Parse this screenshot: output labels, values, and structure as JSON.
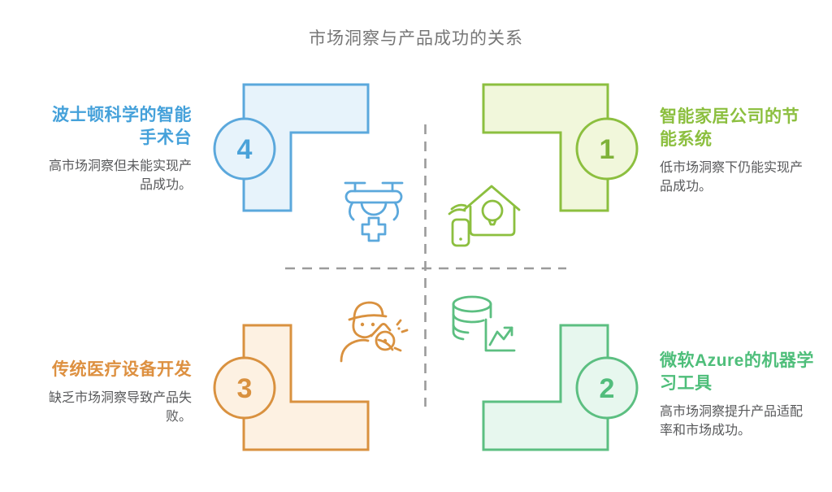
{
  "page_title": "市场洞察与产品成功的关系",
  "title_color": "#767676",
  "description_color": "#58595b",
  "divider_color": "#9b9b9b",
  "quadrants": [
    {
      "position": "top-left",
      "number": "4",
      "title": "波士顿科学的智能\n手术台",
      "description": "高市场洞察但未能实现产\n品成功。",
      "icon": "medical-drone-icon",
      "color": {
        "stroke": "#5ba8dc",
        "fill": "#e7f3fb",
        "number": "#4aa2d9",
        "title": "#45a1da"
      }
    },
    {
      "position": "top-right",
      "number": "1",
      "title": "智能家居公司的节\n能系统",
      "description": "低市场洞察下仍能实现产\n品成功。",
      "icon": "smart-home-icon",
      "color": {
        "stroke": "#8cbf3f",
        "fill": "#f1f7db",
        "number": "#7fb239",
        "title": "#8cbf3f"
      }
    },
    {
      "position": "bottom-left",
      "number": "3",
      "title": "传统医疗设备开发",
      "description": "缺乏市场洞察导致产品失\n败。",
      "icon": "whistle-person-icon",
      "color": {
        "stroke": "#d9913f",
        "fill": "#fdf1e2",
        "number": "#d9913f",
        "title": "#dd9040"
      }
    },
    {
      "position": "bottom-right",
      "number": "2",
      "title": "微软Azure的机器学\n习工具",
      "description": "高市场洞察提升产品适配\n率和市场成功。",
      "icon": "database-chart-icon",
      "color": {
        "stroke": "#5cbf81",
        "fill": "#e7f7ee",
        "number": "#52bd7c",
        "title": "#4ebe7a"
      }
    }
  ]
}
